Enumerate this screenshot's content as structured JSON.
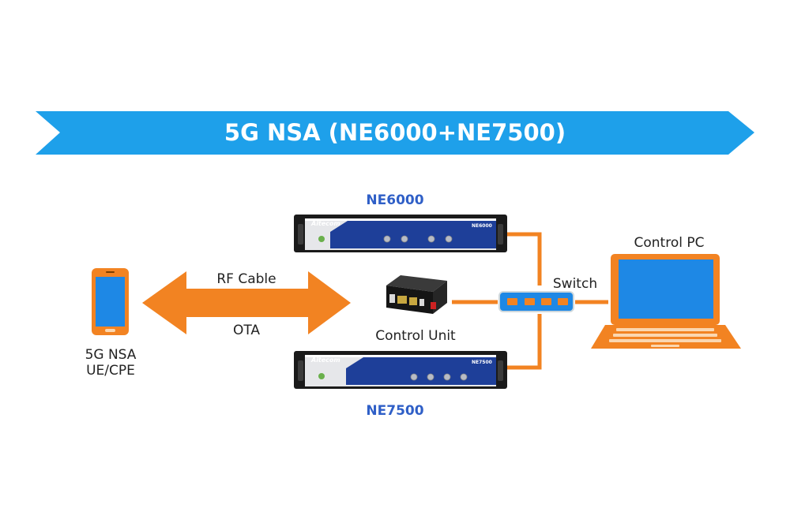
{
  "banner": {
    "title": "5G NSA (NE6000+NE7500)",
    "color": "#1ea0ea"
  },
  "colors": {
    "orange": "#f28322",
    "panel_blue": "#1e3f99",
    "label_blue": "#2f5fc7"
  },
  "devices": {
    "ue": {
      "label_line1": "5G NSA",
      "label_line2": "UE/CPE",
      "icon": "smartphone-icon"
    },
    "ne6000": {
      "title": "NE6000",
      "brand": "Aitecom",
      "model": "NE6000"
    },
    "ne7500": {
      "title": "NE7500",
      "brand": "Aitecom",
      "model": "NE7500"
    },
    "control_unit": {
      "label": "Control Unit"
    },
    "switch": {
      "label": "Switch"
    },
    "control_pc": {
      "label": "Control PC",
      "icon": "laptop-icon"
    }
  },
  "links": {
    "rf_cable": "RF Cable",
    "ota": "OTA"
  }
}
